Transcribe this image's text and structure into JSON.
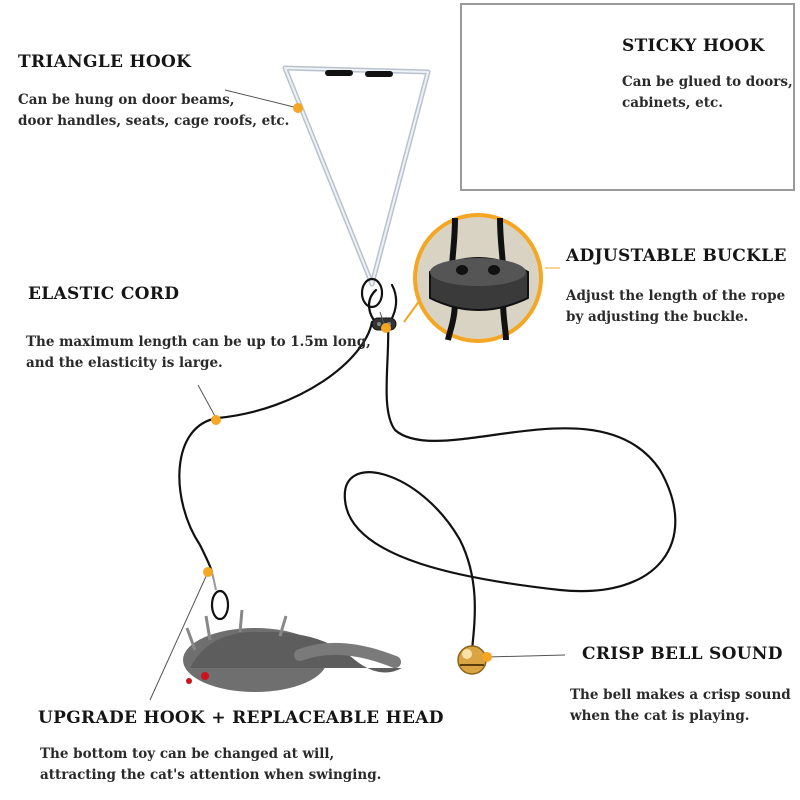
{
  "colors": {
    "accent": "#f5a623",
    "text": "#1a1a1a",
    "cord": "#111111"
  },
  "sections": {
    "triangle_hook": {
      "title": "TRIANGLE HOOK",
      "desc_lines": [
        "Can be hung on door beams,",
        "door handles, seats, cage roofs, etc."
      ]
    },
    "sticky_hook": {
      "title": "STICKY HOOK",
      "desc_lines": [
        "Can be glued to doors,",
        "cabinets, etc."
      ]
    },
    "adjustable_buckle": {
      "title": "ADJUSTABLE BUCKLE",
      "desc_lines": [
        "Adjust the length of the rope",
        "by adjusting the buckle."
      ]
    },
    "elastic_cord": {
      "title": "ELASTIC CORD",
      "desc_lines": [
        "The maximum length can be up to 1.5m long,",
        "and the elasticity is large."
      ]
    },
    "crisp_bell": {
      "title": "CRISP BELL SOUND",
      "desc_lines": [
        "The bell makes a crisp sound",
        "when the cat is playing."
      ]
    },
    "upgrade_hook": {
      "title": "UPGRADE HOOK + REPLACEABLE HEAD",
      "desc_lines": [
        "The bottom toy can be changed at will,",
        "attracting the cat's attention when swinging."
      ]
    }
  },
  "icons": [
    "triangle-hook-icon",
    "sticky-hook-icon",
    "buckle-icon",
    "bell-icon",
    "mouse-toy-icon"
  ]
}
